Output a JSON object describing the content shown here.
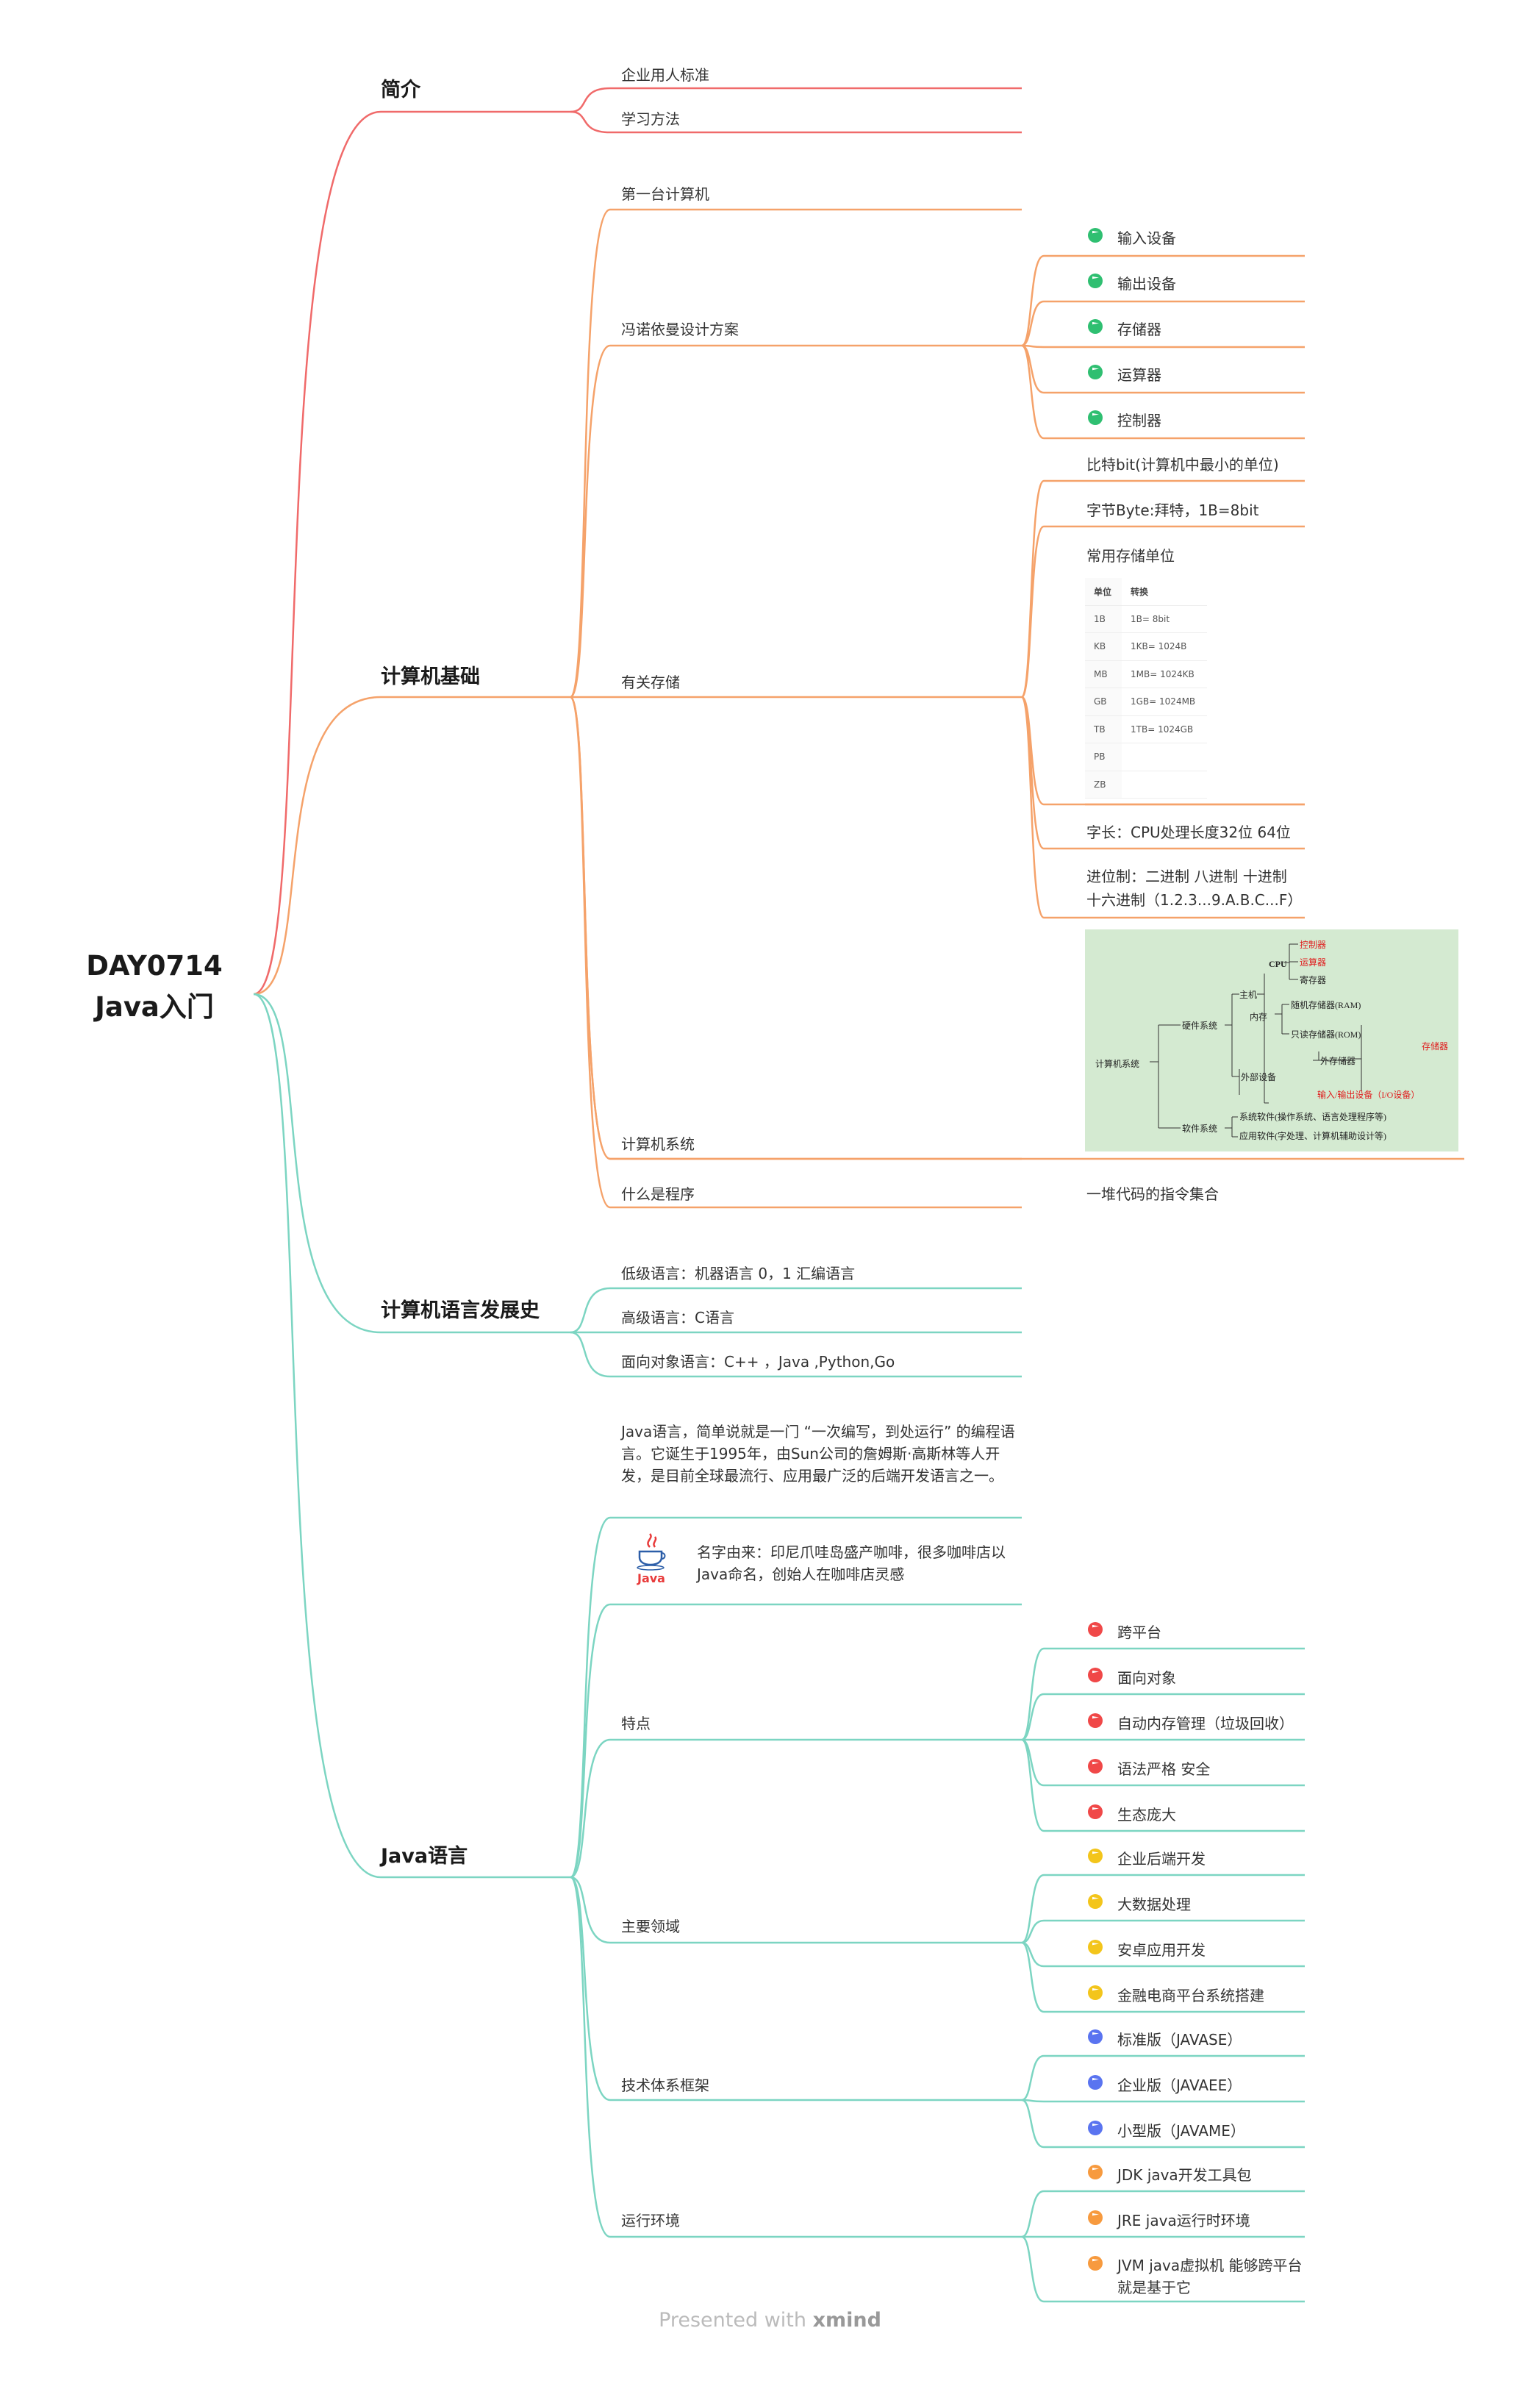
{
  "root": {
    "line1": "DAY0714",
    "line2": "Java入门"
  },
  "colors": {
    "intro": "#f06a6a",
    "computer": "#f5a26a",
    "language_history": "#7cd5c2",
    "java": "#7cd5c2",
    "flag_green": "#2fbf71",
    "flag_red": "#f04848",
    "flag_yellow": "#f3c51b",
    "flag_blue": "#5a74f0",
    "flag_orange": "#f79a3e"
  },
  "intro": {
    "title": "简介",
    "items": [
      "企业用人标准",
      "学习方法"
    ]
  },
  "computer": {
    "title": "计算机基础",
    "first": "第一台计算机",
    "vonneumann": {
      "label": "冯诺依曼设计方案",
      "items": [
        "输入设备",
        "输出设备",
        "存储器",
        "运算器",
        "控制器"
      ],
      "icon": "flag-icon"
    },
    "storage": {
      "label": "有关存储",
      "bit": "比特bit(计算机中最小的单位)",
      "byte": "字节Byte:拜特，1B=8bit",
      "units_label": "常用存储单位",
      "table": {
        "headers": [
          "单位",
          "转换"
        ],
        "rows": [
          [
            "1B",
            "1B= 8bit"
          ],
          [
            "KB",
            "1KB= 1024B"
          ],
          [
            "MB",
            "1MB= 1024KB"
          ],
          [
            "GB",
            "1GB= 1024MB"
          ],
          [
            "TB",
            "1TB= 1024GB"
          ],
          [
            "PB",
            ""
          ],
          [
            "ZB",
            ""
          ]
        ]
      },
      "wordlen": "字长：CPU处理长度32位 64位",
      "radix1": "进位制：二进制 八进制 十进制",
      "radix2": "十六进制（1.2.3...9.A.B.C...F）"
    },
    "system": {
      "label": "计算机系统",
      "diagram": {
        "root": "计算机系统",
        "hardware": "硬件系统",
        "software": "软件系统",
        "host": "主机",
        "cpu": "CPU",
        "controller": "控制器",
        "alu": "运算器",
        "register": "寄存器",
        "memory": "内存",
        "ram": "随机存储器(RAM)",
        "rom": "只读存储器(ROM)",
        "storage": "存储器",
        "peripheral": "外部设备",
        "external_storage": "外存储器",
        "io": "输入/输出设备（I/O设备）",
        "system_sw": "系统软件(操作系统、语言处理程序等)",
        "app_sw": "应用软件(字处理、计算机辅助设计等)"
      }
    },
    "program": {
      "label": "什么是程序",
      "value": "一堆代码的指令集合"
    }
  },
  "language_history": {
    "title": "计算机语言发展史",
    "items": [
      "低级语言：机器语言 0，1 汇编语言",
      "高级语言：C语言",
      "面向对象语言：C++ ，Java ,Python,Go"
    ]
  },
  "java": {
    "title": "Java语言",
    "intro": "Java语言，简单说就是一门 “一次编写，到处运行” 的编程语言。它诞生于1995年，由Sun公司的詹姆斯·高斯林等人开发，是目前全球最流行、应用最广泛的后端开发语言之一。",
    "name_origin": "名字由来：印尼爪哇岛盛产咖啡，很多咖啡店以Java命名，创始人在咖啡店灵感",
    "logo_text": "Java",
    "features": {
      "label": "特点",
      "items": [
        "跨平台",
        "面向对象",
        "自动内存管理（垃圾回收）",
        "语法严格 安全",
        "生态庞大"
      ]
    },
    "domains": {
      "label": "主要领域",
      "items": [
        "企业后端开发",
        "大数据处理",
        "安卓应用开发",
        "金融电商平台系统搭建"
      ]
    },
    "editions": {
      "label": "技术体系框架",
      "items": [
        "标准版（JAVASE）",
        "企业版（JAVAEE）",
        "小型版（JAVAME）"
      ]
    },
    "runtime": {
      "label": "运行环境",
      "items": [
        "JDK java开发工具包",
        "JRE java运行时环境",
        "JVM java虚拟机 能够跨平台就是基于它"
      ]
    }
  },
  "footer": {
    "prefix": "Presented with",
    "brand": "xmind"
  }
}
